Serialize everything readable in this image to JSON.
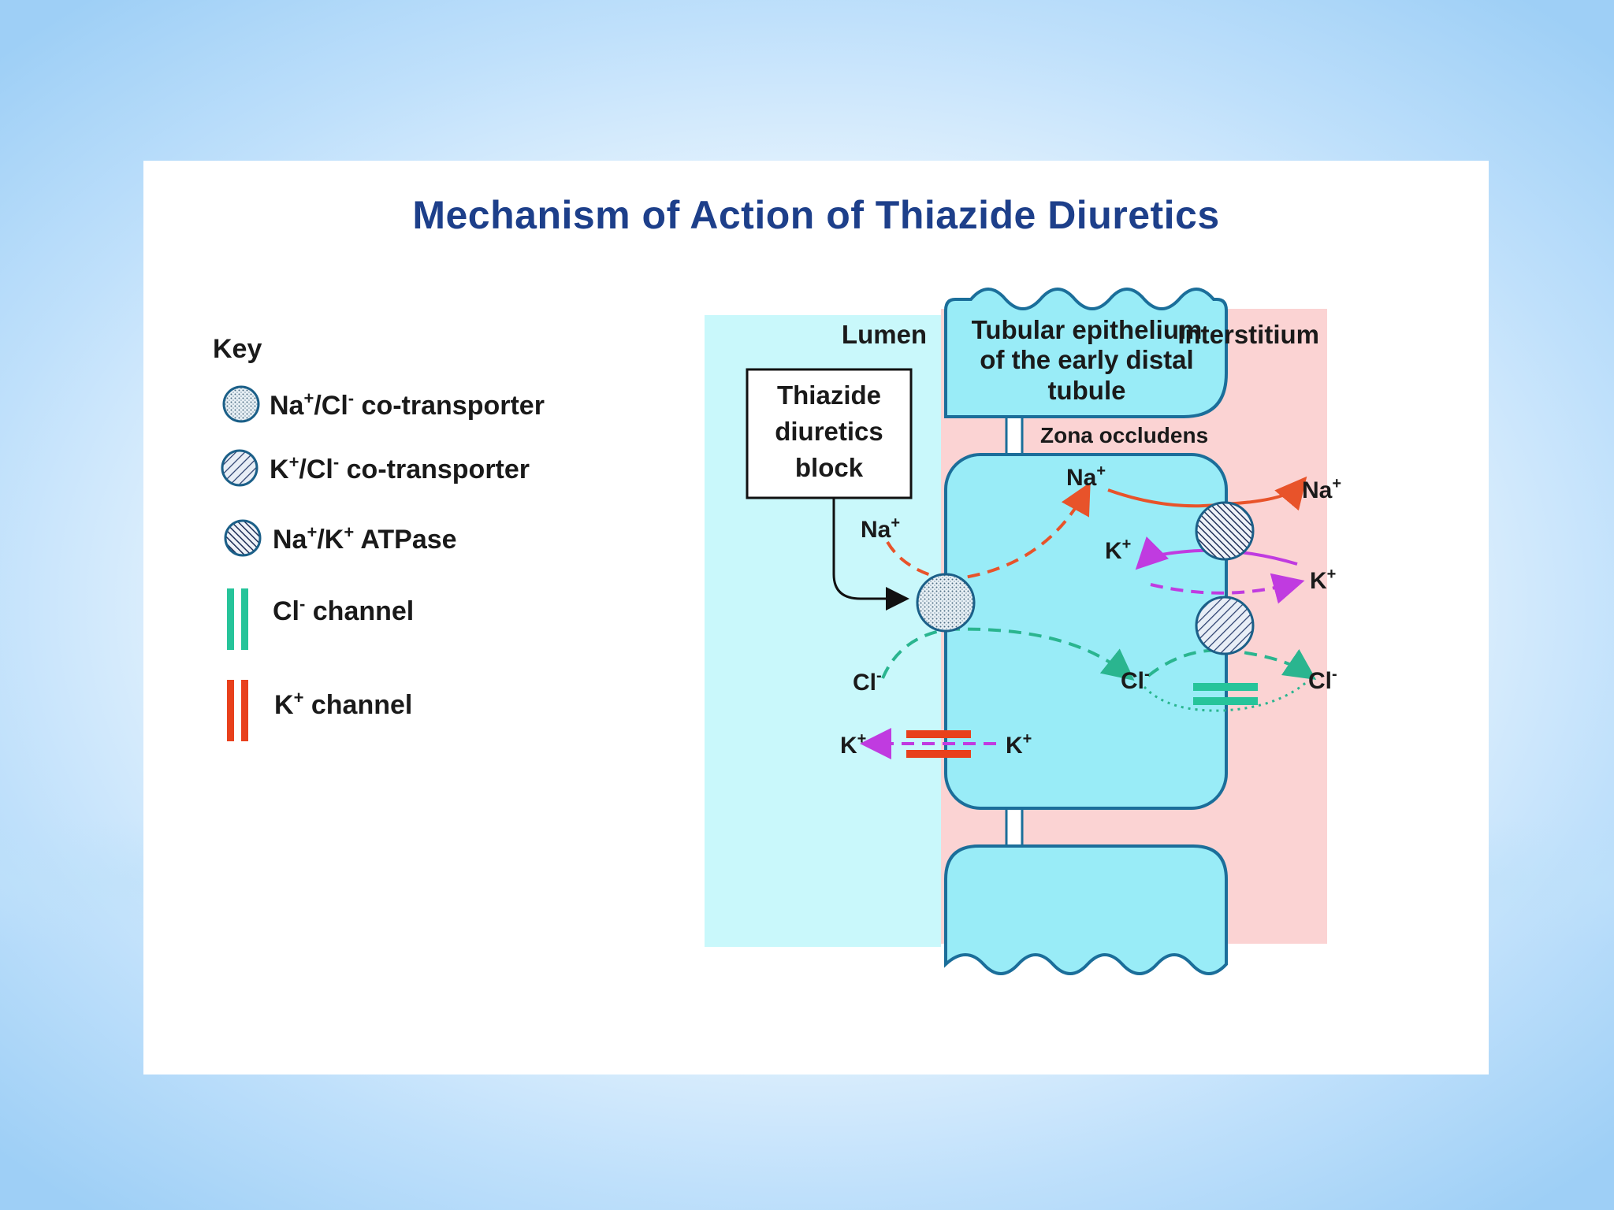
{
  "title": "Mechanism of Action of Thiazide Diuretics",
  "key": {
    "heading": "Key",
    "items": [
      {
        "name": "Na",
        "sup1": "+",
        "mid": "/Cl",
        "sup2": "-",
        "tail": " co-transporter",
        "symbol": "dotted-circle"
      },
      {
        "name": "K",
        "sup1": "+",
        "mid": "/Cl",
        "sup2": "-",
        "tail": " co-transporter",
        "symbol": "hatched-circle"
      },
      {
        "name": "Na",
        "sup1": "+",
        "mid": "/K",
        "sup2": "+",
        "tail": " ATPase",
        "symbol": "dense-hatched-circle"
      },
      {
        "name": "Cl",
        "sup1": "-",
        "mid": "",
        "sup2": "",
        "tail": " channel",
        "symbol": "green-channel"
      },
      {
        "name": "K",
        "sup1": "+",
        "mid": "",
        "sup2": "",
        "tail": " channel",
        "symbol": "red-channel"
      }
    ]
  },
  "regions": {
    "lumen": "Lumen",
    "epithelium": [
      "Tubular epithelium",
      "of the early distal",
      "tubule"
    ],
    "interstitium": "Interstitium",
    "zona": "Zona occludens"
  },
  "thiazide_box": [
    "Thiazide",
    "diuretics",
    "block"
  ],
  "ions": {
    "na": "Na",
    "k": "K",
    "cl": "Cl",
    "plus": "+",
    "minus": "-"
  },
  "colors": {
    "title": "#1d3f8a",
    "lumen_fill": "#c9f8fb",
    "interstitium_fill": "#fbd3d3",
    "cell_fill": "#99ecf7",
    "cell_stroke": "#1b6e9a",
    "na_arrow": "#e8532a",
    "cl_arrow": "#2ab58f",
    "k_arrow": "#c03be0",
    "cl_channel": "#26c49a",
    "k_channel": "#e8401c"
  }
}
